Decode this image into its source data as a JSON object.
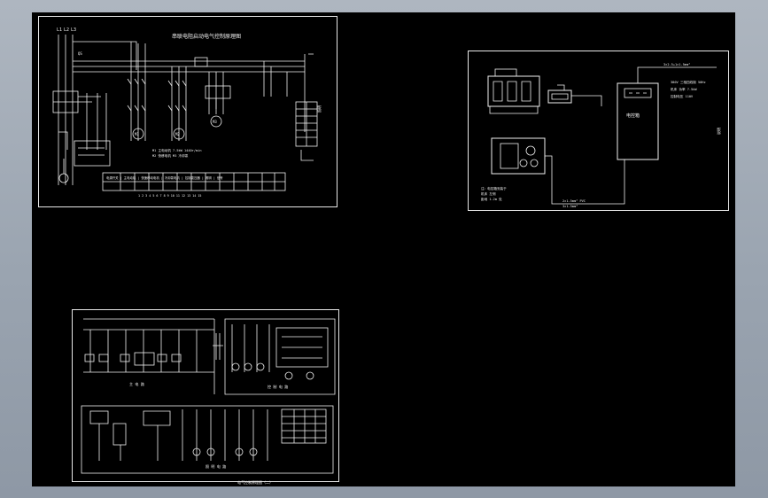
{
  "drawing_sheets": [
    {
      "id": "a",
      "title": "串联电阻启动电气控制原理图",
      "phase_labels": [
        "L1",
        "L2",
        "L3"
      ],
      "breaker_label": "QS",
      "table_row": "电源开关  |  主电动机  |  快速移动电机  |  冷却泵电机  |  控制变压器  |  照明  |  信号",
      "note_lines": [
        "M1 主电动机 7.5kW 1440r/min",
        "M2 快移电机 M3 冷却泵"
      ]
    },
    {
      "id": "b",
      "control_cabinet_label": "电控箱",
      "cable_top": "3×2.5+1×1.5mm²",
      "cable_bottom_1": "2×1.5mm² PVC",
      "cable_bottom_2": "3×1.5mm²",
      "spec_lines": [
        "380V 三相四线制 50Hz",
        "机床 功率 7.5kW",
        "控制电压 110V"
      ],
      "note_lines": [
        "注：电控箱安装于",
        "机床 左侧",
        "距地 1.2m 处"
      ]
    },
    {
      "id": "c",
      "title": "电气控制原理图（二）",
      "subtitle_upper": "主 电 路",
      "subtitle_mid": "控 制 电 路",
      "label_lower": "照 明 电 路"
    }
  ]
}
